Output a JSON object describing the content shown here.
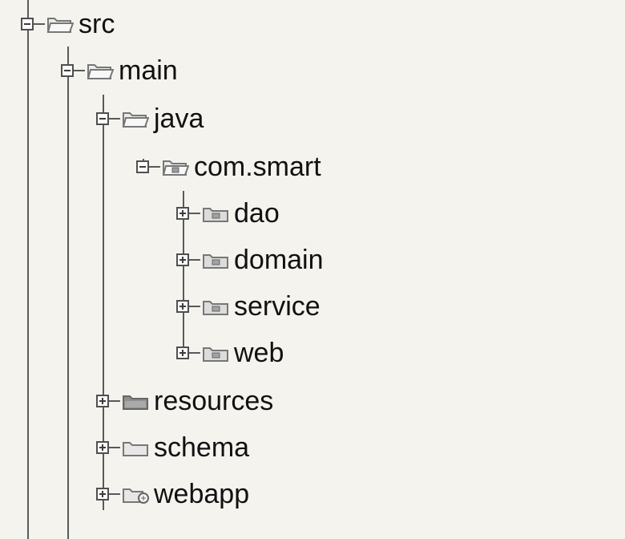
{
  "tree": {
    "nodes": [
      {
        "label": "src",
        "expanded": true,
        "icon": "folder-open-icon"
      },
      {
        "label": "main",
        "expanded": true,
        "icon": "folder-open-icon"
      },
      {
        "label": "java",
        "expanded": true,
        "icon": "folder-open-icon"
      },
      {
        "label": "com.smart",
        "expanded": true,
        "icon": "package-open-icon"
      },
      {
        "label": "dao",
        "expanded": false,
        "icon": "package-folder-icon"
      },
      {
        "label": "domain",
        "expanded": false,
        "icon": "package-folder-icon"
      },
      {
        "label": "service",
        "expanded": false,
        "icon": "package-folder-icon"
      },
      {
        "label": "web",
        "expanded": false,
        "icon": "package-folder-icon"
      },
      {
        "label": "resources",
        "expanded": false,
        "icon": "folder-icon"
      },
      {
        "label": "schema",
        "expanded": false,
        "icon": "folder-icon"
      },
      {
        "label": "webapp",
        "expanded": false,
        "icon": "webapp-folder-icon"
      }
    ]
  },
  "colors": {
    "background": "#f5f3ee",
    "line": "#5a5a5a",
    "text": "#111111",
    "folder": "#9a9a9a"
  }
}
